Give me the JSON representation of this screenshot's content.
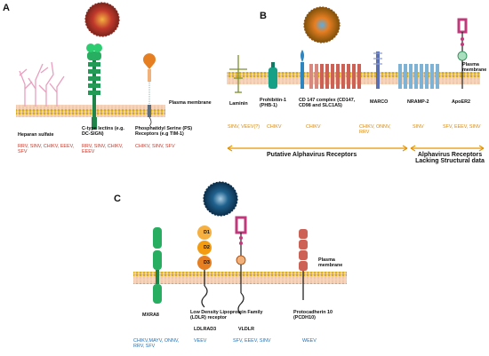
{
  "panels": {
    "a": {
      "letter": "A"
    },
    "b": {
      "letter": "B"
    },
    "c": {
      "letter": "C"
    }
  },
  "panel_a": {
    "plasma_membrane": "Plasma membrane",
    "receptors": [
      {
        "name": "Heparan sulfate",
        "viruses": "RRV, SINV, CHIKV, EEEV, SFV"
      },
      {
        "name": "C-type lectins (e.g. DC-SIGN)",
        "viruses": "RRV, SINV, CHIKV, EEEV"
      },
      {
        "name": "Phosphatidyl Serine (PS) Receptors (e.g TIM-1)",
        "viruses": "CHIKV, SINV, SFV"
      }
    ]
  },
  "panel_b": {
    "plasma_membrane": "Plasma membrane",
    "receptors": [
      {
        "name": "Laminin",
        "viruses": "SINV, VEEV(?)"
      },
      {
        "name": "Prohibitin-1 (PHB-1)",
        "viruses": "CHIKV"
      },
      {
        "name": "CD 147 complex (CD147, CD98 and SLC1A5)",
        "viruses": "CHIKV"
      },
      {
        "name": "MARCO",
        "viruses": "CHIKV, ONNV, RRV"
      },
      {
        "name": "NRAMP-2",
        "viruses": "SINV"
      },
      {
        "name": "ApoER2",
        "viruses": "SFV, EEEV, SINV"
      }
    ],
    "group_left": "Putative Alphavirus Receptors",
    "group_right": "Alphavirus Receptors Lacking Structural data"
  },
  "panel_c": {
    "plasma_membrane": "Plasma membrane",
    "receptors": [
      {
        "name": "MXRA8",
        "viruses": "CHIKV,MAYV, ONNV, RRV, SFV"
      },
      {
        "name": "LDLRAD3",
        "viruses": "VEEV"
      },
      {
        "name": "VLDLR",
        "viruses": "SFV, EEEV, SINV"
      },
      {
        "name": "Protocadherin 10 (PCDH10)",
        "viruses": "WEEV"
      }
    ],
    "family_label": "Low Density Lipoprotein Family (LDLR) receptor",
    "domains": [
      "D1",
      "D2",
      "D3"
    ]
  },
  "colors": {
    "membrane": "#f3c9a9",
    "lipid_head": "#c9a227",
    "virus_red": "#c0392b",
    "virus_orange": "#d68910",
    "virus_blue": "#1f6fb5",
    "arrow": "#e59400"
  }
}
